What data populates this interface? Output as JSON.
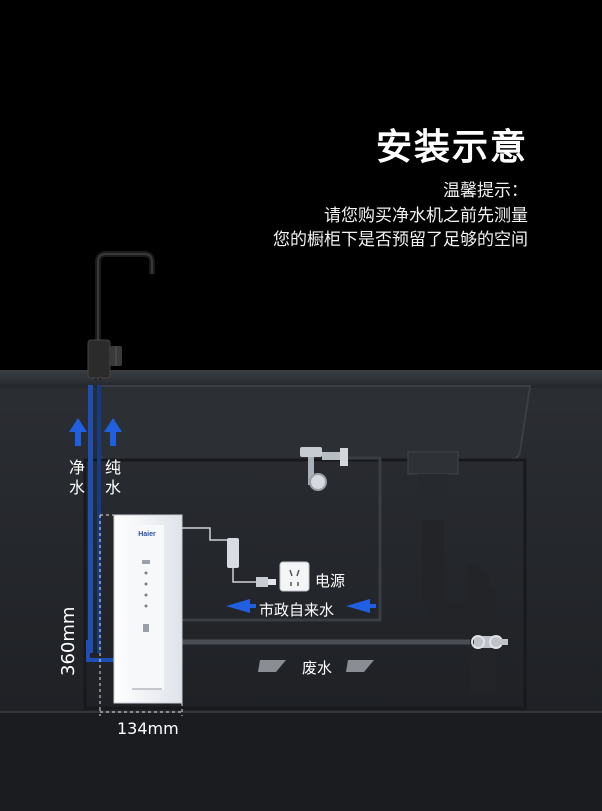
{
  "title": "安装示意",
  "tip": {
    "label": "温馨提示：",
    "line1": "请您购买净水机之前先测量",
    "line2": "您的橱柜下是否预留了足够的空间"
  },
  "labels": {
    "purified_water": "净水",
    "pure_water": "纯水",
    "height": "360mm",
    "width": "134mm",
    "power": "电源",
    "tap_water": "市政自来水",
    "waste_water": "废水"
  },
  "device_brand": "Haier",
  "colors": {
    "background": "#000000",
    "cabinet": "#26292e",
    "arrow_blue": "#1f5fe0",
    "pipe_blue": "#1f4fb5"
  }
}
